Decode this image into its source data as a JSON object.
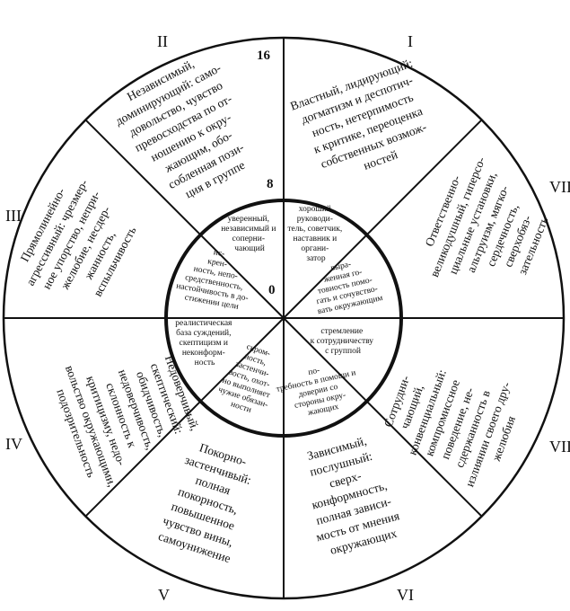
{
  "octants": [
    {
      "num": "I",
      "outer": [
        "Властный, лидирующий:",
        "догматизм и деспотич-",
        "ность, нетерпимость",
        "к критике, переоценка",
        "собственных возмож-",
        "ностей"
      ],
      "inner": [
        "хороший",
        "руководи-",
        "тель, советчик,",
        "наставник и",
        "органи-",
        "затор"
      ]
    },
    {
      "num": "VIII",
      "outer": [
        "Ответственно-",
        "великодушный, гиперсо-",
        "циальные установки,",
        "альтруизм, мягко-",
        "сердечность,",
        "сверхобяз-",
        "зательность"
      ],
      "inner": [
        "выра-",
        "женная го-",
        "товность помо-",
        "гать и сочувство-",
        "вать окружающим"
      ]
    },
    {
      "num": "VII",
      "outer": [
        "Сотрудни-",
        "чающий,",
        "конвенциальный:",
        "компромиссное",
        "поведение, не-",
        "сдержанность в",
        "излиянии своего дру-",
        "желюбия"
      ],
      "inner": [
        "стремление",
        "к сотрудничеству",
        "с группой"
      ]
    },
    {
      "num": "VI",
      "outer": [
        "Зависимый,",
        "послушный:",
        "сверх-",
        "конформность,",
        "полная зависи-",
        "мость от мнения",
        "окружающих"
      ],
      "inner": [
        "по-",
        "требность в помощи и",
        "доверии со",
        "стороны окру-",
        "жающих"
      ]
    },
    {
      "num": "V",
      "outer": [
        "Покорно-",
        "застенчивый:",
        "полная",
        "покорность,",
        "повышенное",
        "чувство вины,",
        "самоунижение"
      ],
      "inner": [
        "скром-",
        "ность,",
        "застенчи-",
        "вость, охот-",
        "но выполняет",
        "чужие обязан-",
        "ности"
      ]
    },
    {
      "num": "IV",
      "outer": [
        "Недоверчивый,",
        "скептический:",
        "обидчивость,",
        "недоверчивость,",
        "склонность к",
        "критицизму, недо-",
        "вольство окружающими,",
        "подозрительность"
      ],
      "inner": [
        "реалистическая",
        "база суждений,",
        "скептицизм и",
        "неконформ-",
        "ность"
      ]
    },
    {
      "num": "III",
      "outer": [
        "Прямолинейно-",
        "агрессивный: чрезмер-",
        "ное упорство, непри-",
        "желюбие, несдер-",
        "жанность,",
        "вспыльчивость"
      ],
      "inner": [
        "ис-",
        "крен-",
        "ность, непо-",
        "средственность,",
        "настойчивость в до-",
        "стижении цели"
      ]
    },
    {
      "num": "II",
      "outer": [
        "Независимый,",
        "доминирующий: само-",
        "довольство, чувство",
        "превосходства по от-",
        "ношению к окру-",
        "жающим, обо-",
        "собленная пози-",
        "ция в группе"
      ],
      "inner": [
        "уверенный,",
        "независимый и",
        "соперни-",
        "чающий"
      ]
    }
  ],
  "scale": {
    "top": "16",
    "middle": "8",
    "center": "0"
  }
}
